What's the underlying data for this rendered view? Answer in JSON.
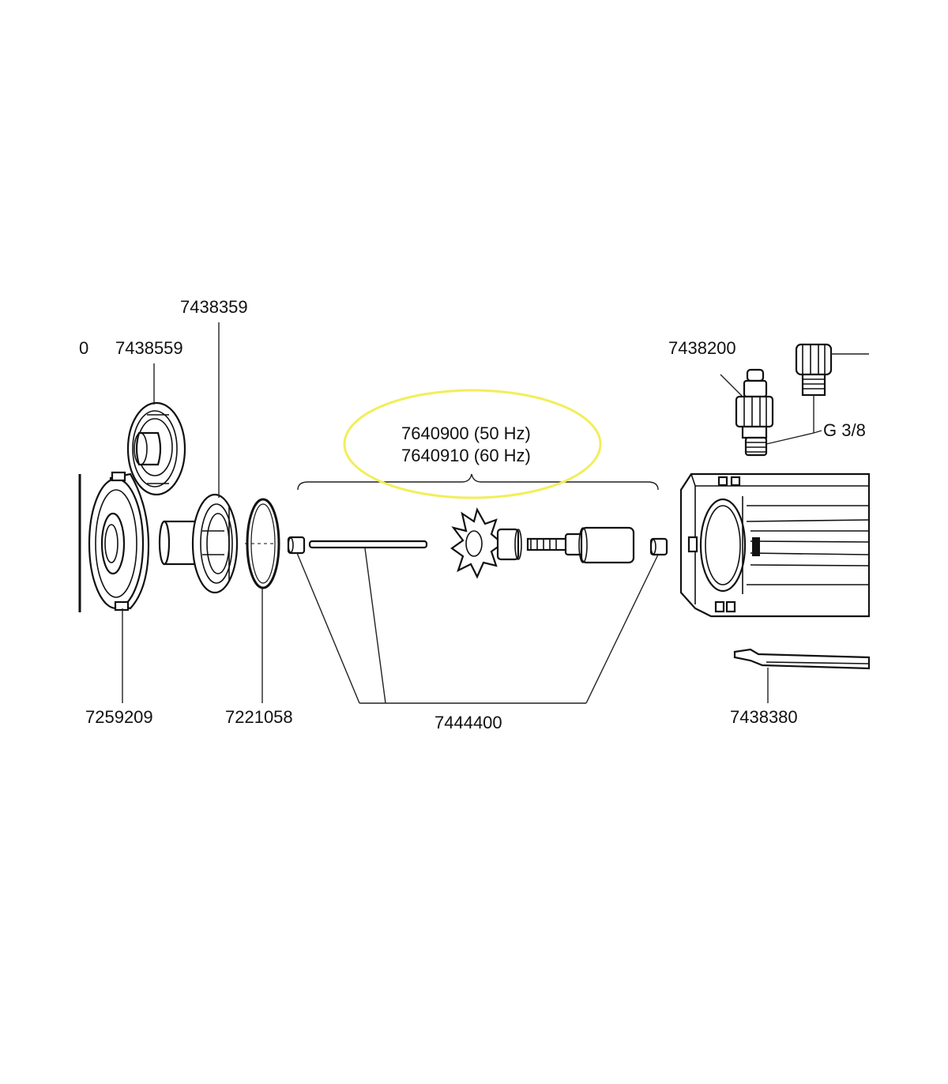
{
  "labels": {
    "cut_left": "0",
    "p7438559": "7438559",
    "p7438359": "7438359",
    "p7438200": "7438200",
    "thread": "G 3/8",
    "highlight_line1": "7640900 (50 Hz)",
    "highlight_line2": "7640910 (60 Hz)",
    "p7259209": "7259209",
    "p7221058": "7221058",
    "p7444400": "7444400",
    "p7438380": "7438380"
  },
  "colors": {
    "highlight": "#f2ee5a",
    "ink": "#111111"
  }
}
